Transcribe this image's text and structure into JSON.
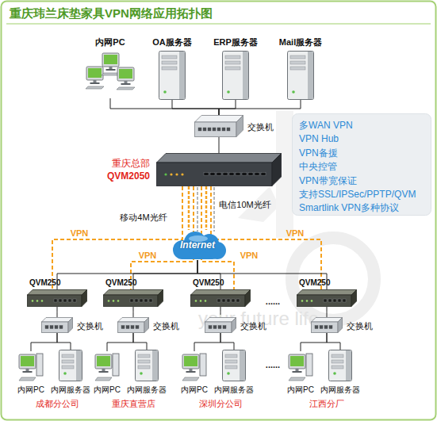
{
  "diagram": {
    "title": "重庆玮兰床垫家具VPN网络应用拓扑图",
    "nodes": [
      {
        "text": [
          "内网PC"
        ]
      },
      {
        "text": [
          "OA服务器"
        ]
      },
      {
        "text": [
          "ERP服务器"
        ]
      },
      {
        "text": [
          "Mail服务器"
        ]
      },
      {
        "text": [
          "交换机"
        ]
      },
      {
        "text": [
          "多WAN VPN",
          "VPN Hub",
          "VPN备援",
          "中央控管",
          "VPN带宽保证",
          "支持SSL/IPSec/PPTP/QVM",
          "Smartlink VPN多种协议"
        ]
      },
      {
        "text": [
          "重庆总部",
          "QVM2050"
        ]
      },
      {
        "text": [
          "Internet"
        ]
      },
      {
        "text": [
          "QVM250"
        ]
      },
      {
        "text": [
          "QVM250"
        ]
      },
      {
        "text": [
          "QVM250"
        ]
      },
      {
        "text": [
          "QVM250"
        ]
      },
      {
        "text": [
          "交换机"
        ]
      },
      {
        "text": [
          "交换机"
        ]
      },
      {
        "text": [
          "交换机"
        ]
      },
      {
        "text": [
          "交换机"
        ]
      },
      {
        "text": [
          "内网PC"
        ]
      },
      {
        "text": [
          "内网服务器"
        ]
      },
      {
        "text": [
          "内网PC"
        ]
      },
      {
        "text": [
          "内网服务器"
        ]
      },
      {
        "text": [
          "内网PC"
        ]
      },
      {
        "text": [
          "内网服务器"
        ]
      },
      {
        "text": [
          "内网PC"
        ]
      },
      {
        "text": [
          "内网服务器"
        ]
      }
    ],
    "edges": [
      {
        "from": 0,
        "to": 4,
        "arrow": "none"
      },
      {
        "from": 1,
        "to": 4,
        "arrow": "none"
      },
      {
        "from": 2,
        "to": 4,
        "arrow": "none"
      },
      {
        "from": 3,
        "to": 4,
        "arrow": "none"
      },
      {
        "from": 4,
        "to": 6,
        "arrow": "none"
      },
      {
        "from": 6,
        "to": 7,
        "label": "移动4M光纤",
        "arrow": "none"
      },
      {
        "from": 6,
        "to": 7,
        "label": "电信10M光纤",
        "arrow": "none"
      },
      {
        "from": 6,
        "to": 8,
        "label": "VPN",
        "arrow": "none"
      },
      {
        "from": 6,
        "to": 9,
        "label": "VPN",
        "arrow": "none"
      },
      {
        "from": 6,
        "to": 10,
        "label": "VPN",
        "arrow": "none"
      },
      {
        "from": 6,
        "to": 11,
        "label": "VPN",
        "arrow": "none"
      },
      {
        "from": 7,
        "to": 8,
        "arrow": "none"
      },
      {
        "from": 7,
        "to": 9,
        "arrow": "none"
      },
      {
        "from": 7,
        "to": 10,
        "arrow": "none"
      },
      {
        "from": 7,
        "to": 11,
        "arrow": "none"
      },
      {
        "from": 8,
        "to": 12,
        "arrow": "none"
      },
      {
        "from": 9,
        "to": 13,
        "arrow": "none"
      },
      {
        "from": 10,
        "to": 14,
        "arrow": "none"
      },
      {
        "from": 11,
        "to": 15,
        "arrow": "none"
      },
      {
        "from": 12,
        "to": 16,
        "arrow": "none"
      },
      {
        "from": 12,
        "to": 17,
        "arrow": "none"
      },
      {
        "from": 13,
        "to": 18,
        "arrow": "none"
      },
      {
        "from": 13,
        "to": 19,
        "arrow": "none"
      },
      {
        "from": 14,
        "to": 20,
        "arrow": "none"
      },
      {
        "from": 14,
        "to": 21,
        "arrow": "none"
      },
      {
        "from": 15,
        "to": 22,
        "arrow": "none"
      },
      {
        "from": 15,
        "to": 23,
        "arrow": "none"
      }
    ],
    "labels": [
      "your future life",
      "成都分公司",
      "重庆直营店",
      "深圳分公司",
      "江西分厂",
      "......",
      "......"
    ]
  }
}
